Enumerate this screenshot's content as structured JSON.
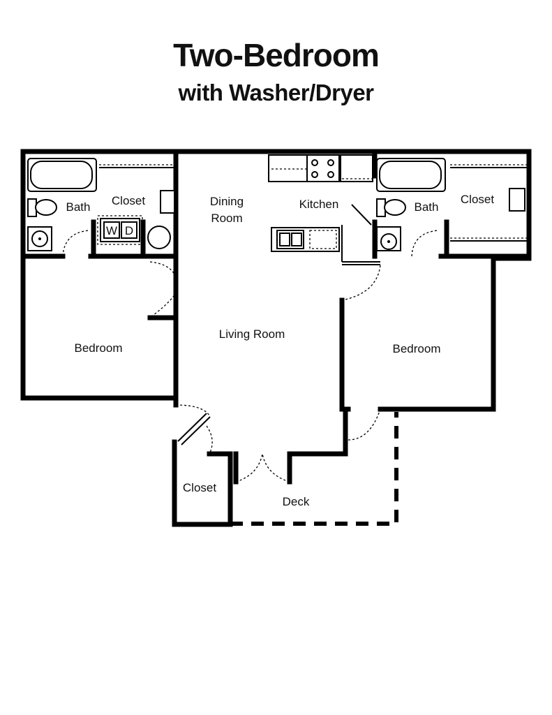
{
  "title": "Two-Bedroom",
  "subtitle": "with Washer/Dryer",
  "rooms": {
    "bath_left": "Bath",
    "closet_left": "Closet",
    "dining": "Dining",
    "dining_2": "Room",
    "kitchen": "Kitchen",
    "bath_right": "Bath",
    "closet_right": "Closet",
    "bedroom_left": "Bedroom",
    "living": "Living Room",
    "bedroom_right": "Bedroom",
    "closet_entry": "Closet",
    "deck": "Deck"
  },
  "appliances": {
    "washer": "W",
    "dryer": "D"
  }
}
